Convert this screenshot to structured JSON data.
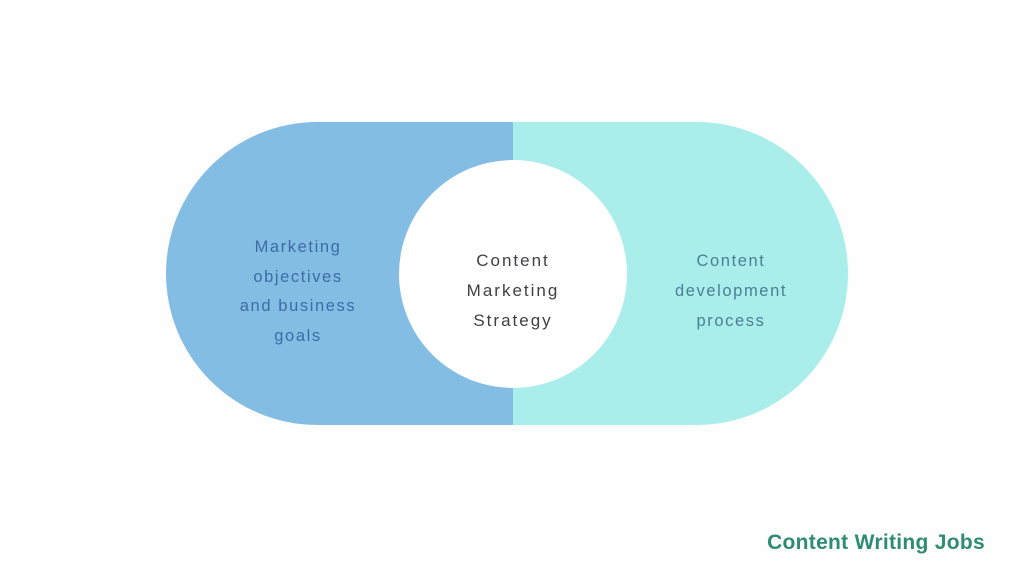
{
  "diagram": {
    "left_region": {
      "lines": [
        "Marketing",
        "objectives",
        "and business",
        "goals"
      ],
      "fill_color": "#84BDE4",
      "text_color": "#3D6BA6"
    },
    "right_region": {
      "lines": [
        "Content",
        "development",
        "process"
      ],
      "fill_color": "#A9EEEA",
      "text_color": "#4C7E95"
    },
    "center_circle": {
      "lines": [
        "Content",
        "Marketing",
        "Strategy"
      ],
      "fill_color": "#FFFFFF",
      "text_color": "#3F3F45"
    }
  },
  "footer": {
    "brand": "Content Writing Jobs",
    "brand_color": "#2E8B74"
  }
}
